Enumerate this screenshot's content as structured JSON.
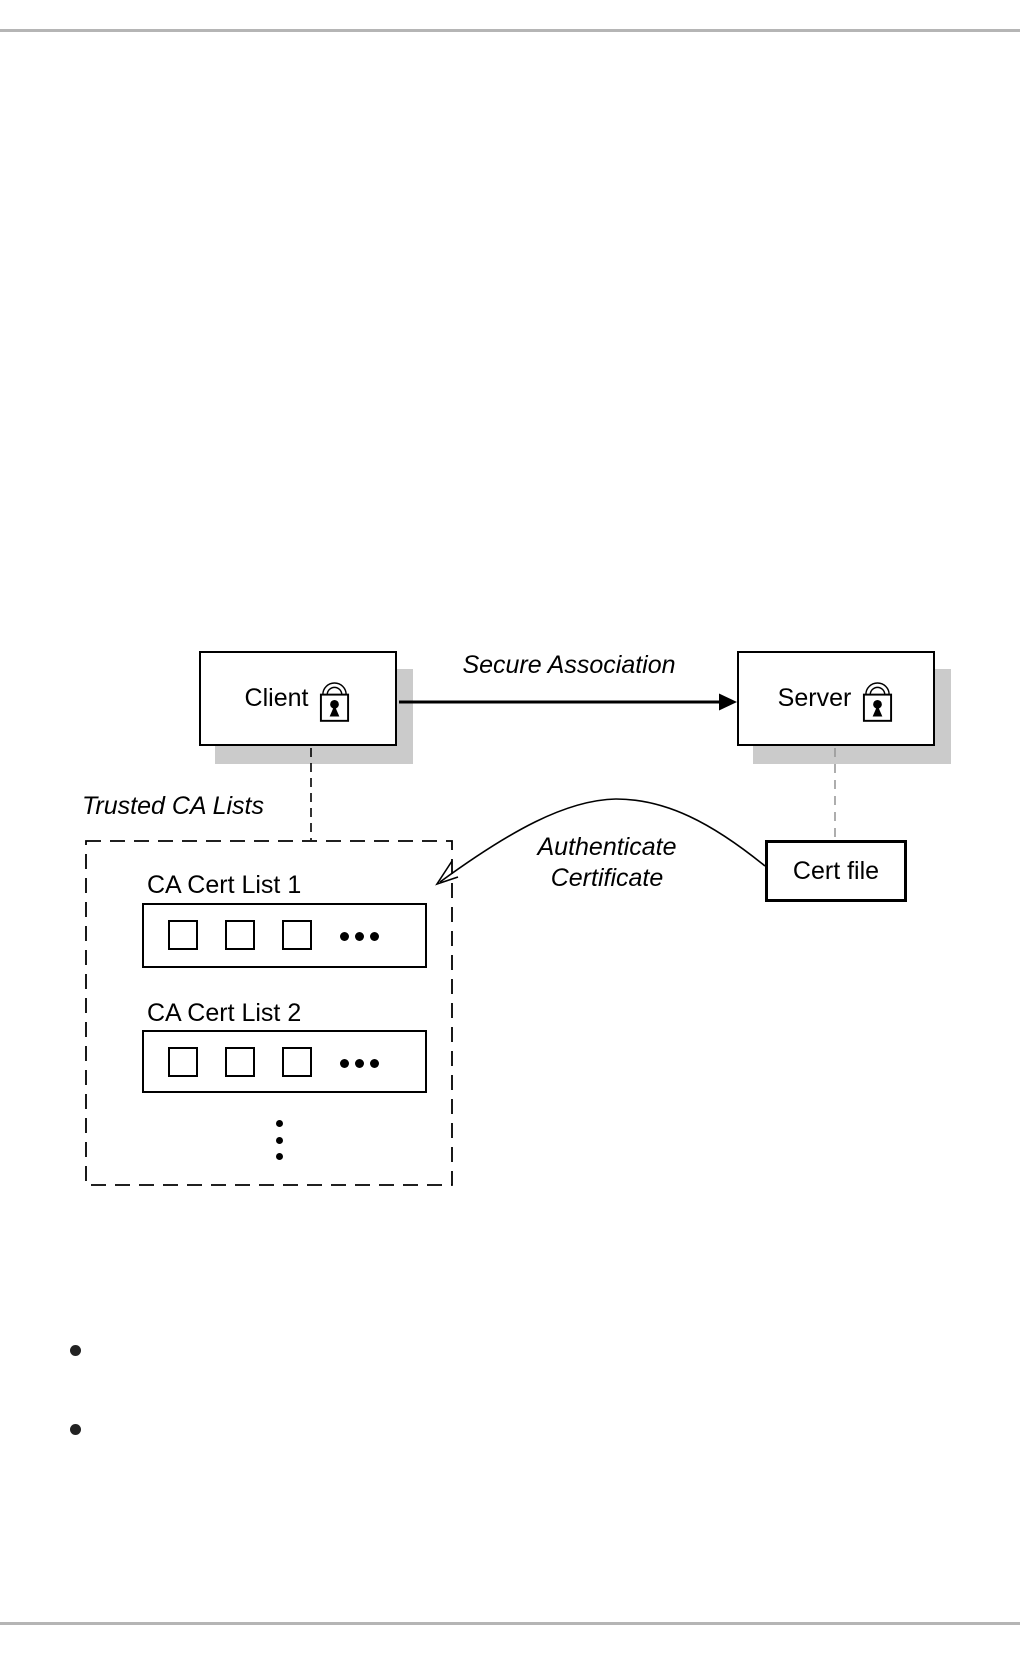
{
  "figure": {
    "client": {
      "label": "Client",
      "icon": "lock-icon"
    },
    "server": {
      "label": "Server",
      "icon": "lock-icon"
    },
    "connection_label": "Secure Association",
    "trusted_ca_lists": {
      "title": "Trusted CA Lists",
      "lists": [
        {
          "label": "CA Cert List 1"
        },
        {
          "label": "CA Cert List 2"
        }
      ]
    },
    "authenticate": {
      "line1": "Authenticate",
      "line2": "Certificate"
    },
    "cert_file": {
      "label": "Cert file"
    }
  },
  "colors": {
    "ink": "#000000",
    "shadow": "#cbcbcb",
    "rule": "#b5b5b5",
    "connector": "#999999",
    "background": "#ffffff"
  }
}
